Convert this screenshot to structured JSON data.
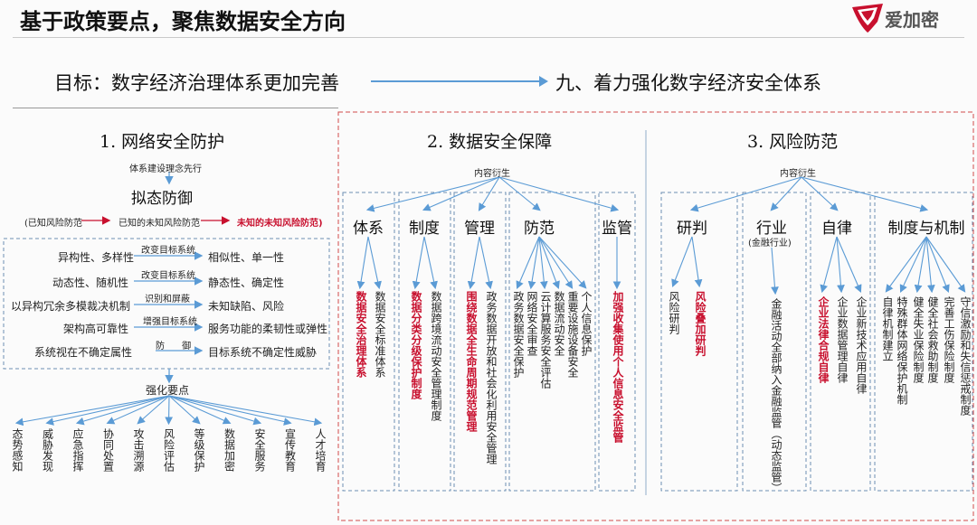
{
  "header": {
    "title": "基于政策要点，聚焦数据安全方向",
    "logo_text": "爱加密"
  },
  "goal": {
    "left": "目标：数字经济治理体系更加完善",
    "right": "九、着力强化数字经济安全体系"
  },
  "section1": {
    "title": "1. 网络安全防护",
    "subnote": "体系建设理念先行",
    "core": "拟态防御",
    "chain": [
      "(已知风险防范",
      "已知的未知风险防范",
      "未知的未知风险防范)"
    ],
    "rows": [
      {
        "left": "异构性、多样性",
        "mid": "改变目标系统",
        "right": "相似性、单一性"
      },
      {
        "left": "动态性、随机性",
        "mid": "改变目标系统",
        "right": "静态性、确定性"
      },
      {
        "left": "以异构冗余多模裁决机制",
        "mid": "识别和屏蔽",
        "right": "未知缺陷、风险"
      },
      {
        "left": "架构高可靠性",
        "mid": "增强目标系统",
        "right": "服务功能的柔韧性或弹性"
      },
      {
        "left": "系统视在不确定属性",
        "mid": "防      御",
        "right": "目标系统不确定性威胁"
      }
    ],
    "key_label": "强化要点",
    "points": [
      "态势感知",
      "威胁发现",
      "应急指挥",
      "协同处置",
      "攻击溯源",
      "风险评估",
      "等级保护",
      "数据加密",
      "安全服务",
      "宣传教育",
      "人才培育"
    ]
  },
  "section2": {
    "title": "2. 数据安全保障",
    "derive": "内容衍生",
    "categories": [
      {
        "name": "体系",
        "items": [
          {
            "text": "数据安全治理体系",
            "style": "red"
          },
          {
            "text": "数据安全标准体系",
            "style": "plain"
          }
        ]
      },
      {
        "name": "制度",
        "items": [
          {
            "text": "数据分类分级保护制度",
            "style": "red"
          },
          {
            "text": "数据跨境流动安全管理制度",
            "style": "plain"
          }
        ]
      },
      {
        "name": "管理",
        "items": [
          {
            "text": "围绕数据全生命周期规范管理",
            "style": "red"
          },
          {
            "text": "政务数据开放和社会化利用安全管理",
            "style": "plain"
          }
        ]
      },
      {
        "name": "防范",
        "items": [
          {
            "text": "政务数据安全保护",
            "style": "plain"
          },
          {
            "text": "网络安全审查",
            "style": "plain"
          },
          {
            "text": "云计算服务安全评估",
            "style": "plain"
          },
          {
            "text": "数据流动安全",
            "style": "plain"
          },
          {
            "text": "重要设施设备安全",
            "style": "plain"
          },
          {
            "text": "个人信息保护",
            "style": "plain"
          }
        ]
      },
      {
        "name": "监管",
        "items": [
          {
            "text": "加强收集使用个人信息安全监管",
            "style": "red"
          }
        ]
      }
    ]
  },
  "section3": {
    "title": "3. 风险防范",
    "derive": "内容衍生",
    "categories": [
      {
        "name": "研判",
        "items": [
          {
            "text": "风险研判",
            "style": "plain"
          },
          {
            "text": "风险叠加研判",
            "style": "red"
          }
        ]
      },
      {
        "name": "行业",
        "note": "(金融行业)",
        "items": [
          {
            "text": "金融活动全部纳入金融监管（动态监管）",
            "style": "plain"
          }
        ]
      },
      {
        "name": "自律",
        "items": [
          {
            "text": "企业法律合规自律",
            "style": "red"
          },
          {
            "text": "企业数据管理自律",
            "style": "plain"
          },
          {
            "text": "企业新技术应用自律",
            "style": "plain"
          }
        ]
      },
      {
        "name": "制度与机制",
        "items": [
          {
            "text": "自律机制建立",
            "style": "plain"
          },
          {
            "text": "特殊群体网络保护机制",
            "style": "plain"
          },
          {
            "text": "健全失业保险制度",
            "style": "plain"
          },
          {
            "text": "健全社会救助制度",
            "style": "plain"
          },
          {
            "text": "完善工伤保险制度",
            "style": "plain"
          },
          {
            "text": "守信激励和失信惩戒制度",
            "style": "plain"
          }
        ]
      }
    ]
  },
  "colors": {
    "accent_red": "#c8102e",
    "line_blue": "#5b9bd5",
    "box_dash": "#6d8fb3",
    "red_dash": "#d24b4b"
  }
}
